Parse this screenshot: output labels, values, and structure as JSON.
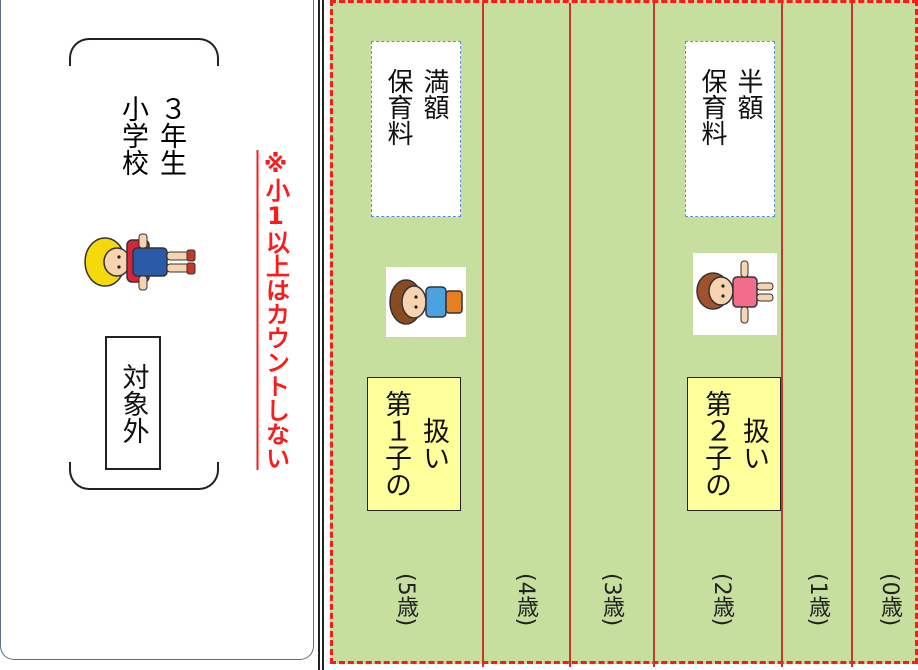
{
  "left_panel": {
    "grade_line1": "小学校",
    "grade_line2": "３年生",
    "exclusion_label": "対象外",
    "note": "※小1以上はカウントしない"
  },
  "columns": [
    {
      "age": "(5歳)"
    },
    {
      "age": "(4歳)"
    },
    {
      "age": "(3歳)"
    },
    {
      "age": "(2歳)"
    },
    {
      "age": "(1歳)"
    },
    {
      "age": "(0歳)"
    }
  ],
  "children": [
    {
      "fee_line1": "保育料",
      "fee_line2": "満額",
      "treatment_line1": "第１子の",
      "treatment_line2": "扱い"
    },
    {
      "fee_line1": "保育料",
      "fee_line2": "半額",
      "treatment_line1": "第２子の",
      "treatment_line2": "扱い"
    }
  ],
  "colors": {
    "green_fill": "#c6df9e",
    "dashed_border": "#ff1a1a",
    "note_red": "#ff1a1a",
    "treatment_yellow": "#ffff9c",
    "fee_border_blue": "#5b8dd9"
  },
  "icons": [
    "schoolchild-illustration",
    "boy-illustration",
    "girl-illustration"
  ]
}
